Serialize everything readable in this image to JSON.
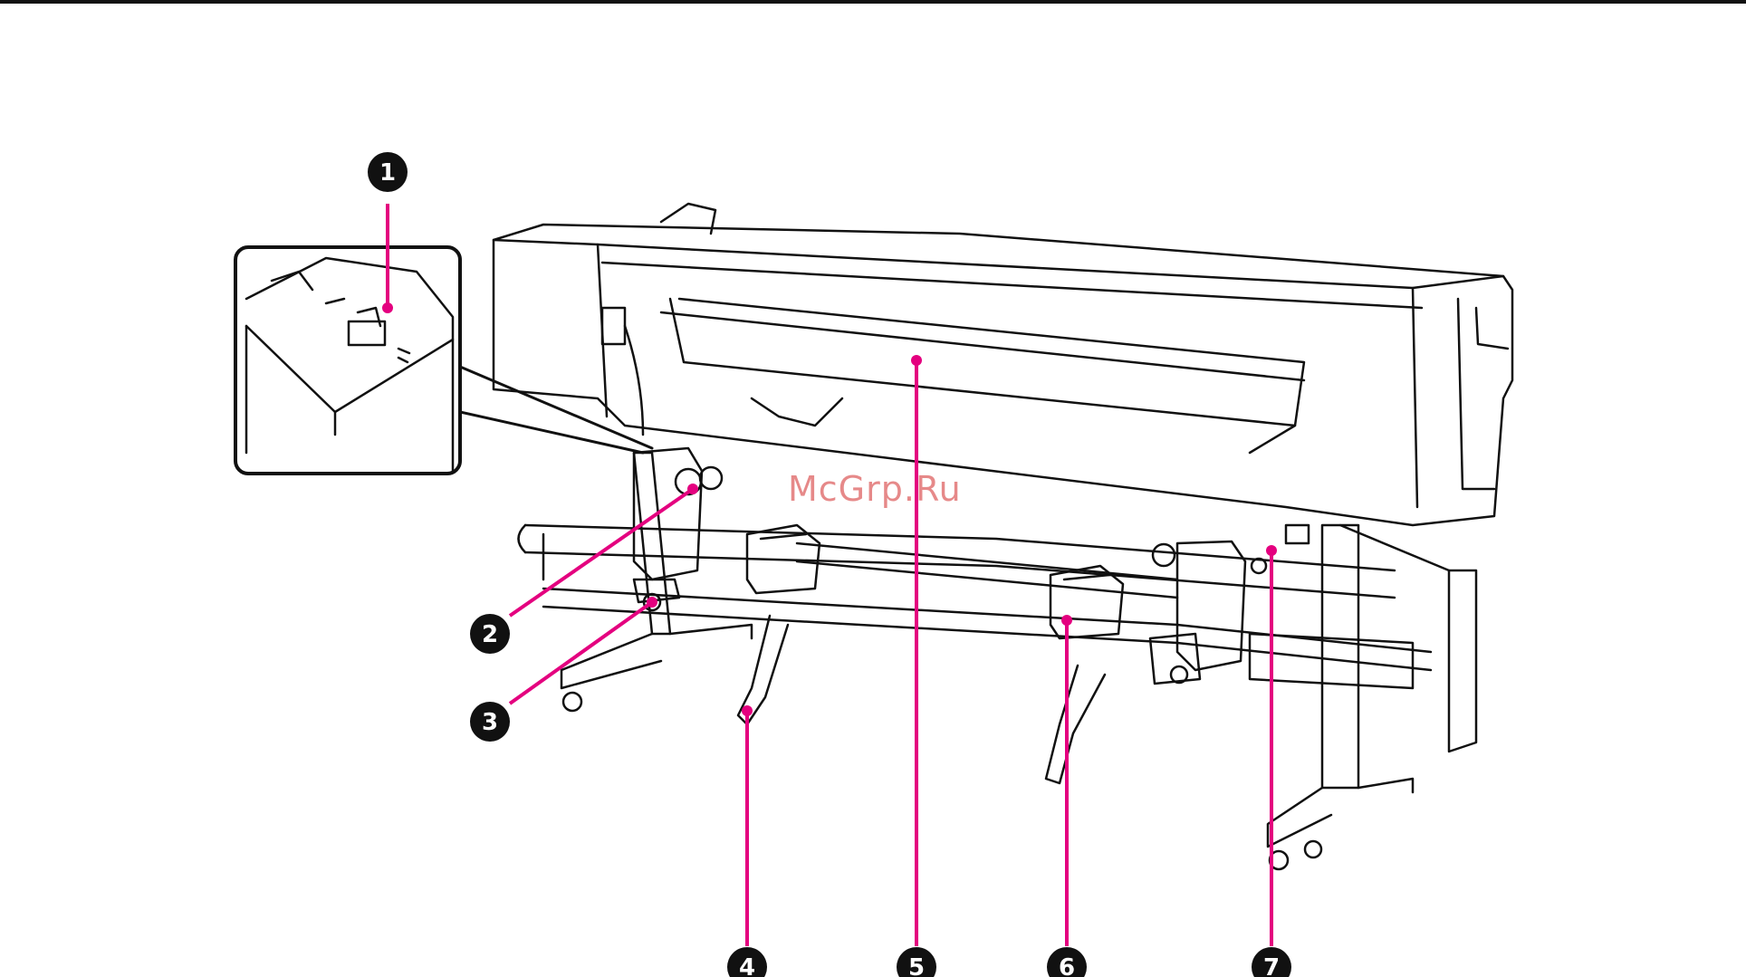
{
  "document": {
    "figure_title": "Printer parts – rear side (roll feeding unit)",
    "watermark": "McGrp.Ru",
    "callout_color": "#e4007f",
    "callouts": [
      {
        "number": "1",
        "name": "callout-1"
      },
      {
        "number": "2",
        "name": "callout-2"
      },
      {
        "number": "3",
        "name": "callout-3"
      },
      {
        "number": "4",
        "name": "callout-4"
      },
      {
        "number": "5",
        "name": "callout-5"
      },
      {
        "number": "6",
        "name": "callout-6"
      },
      {
        "number": "7",
        "name": "callout-7"
      }
    ]
  }
}
